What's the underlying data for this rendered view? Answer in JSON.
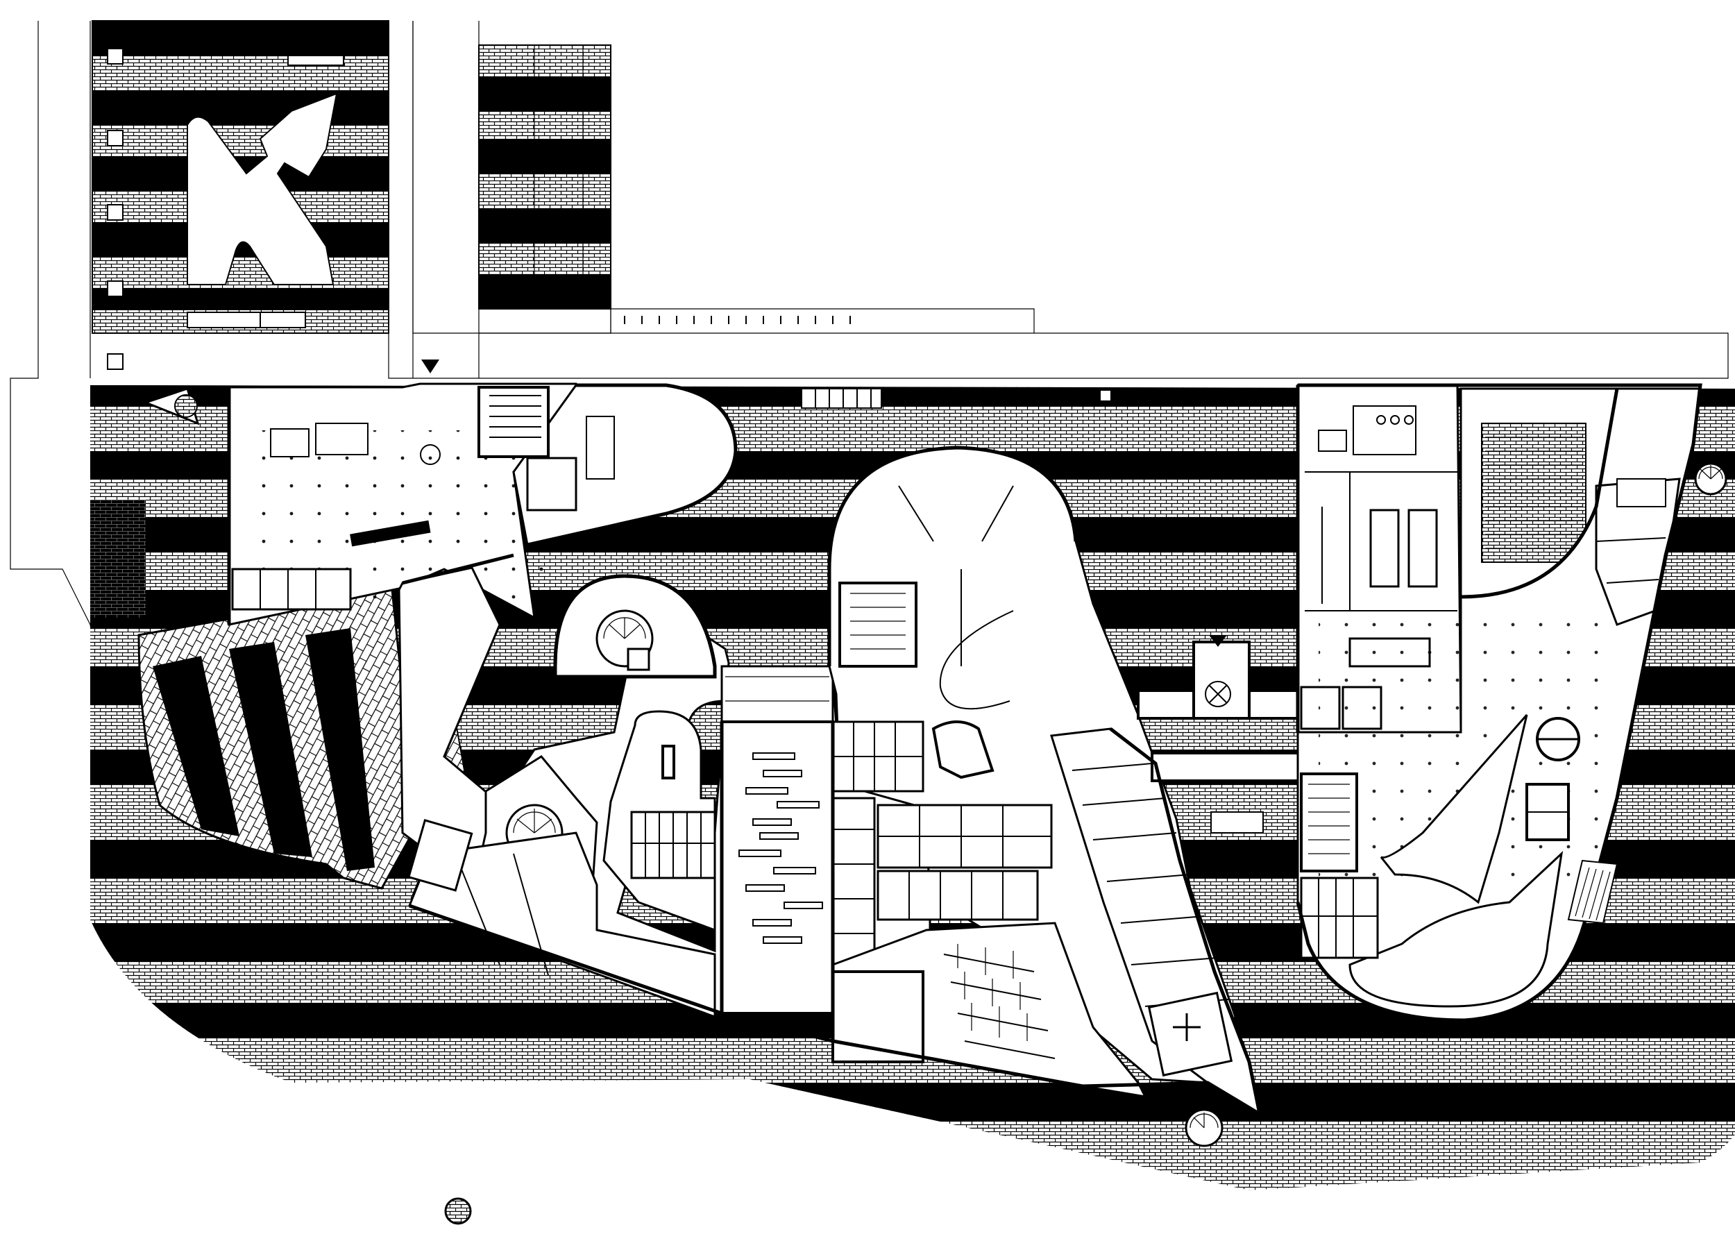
{
  "drawing": {
    "kind": "architectural-floor-plan",
    "paving": "striped-brick-paving",
    "has_text_labels": false
  },
  "colors": {
    "ink": "#000000",
    "paper": "#ffffff"
  },
  "features": {
    "entrance_marker": "entrance-triangle-icon",
    "north_marker": "round-hatched-marker"
  }
}
